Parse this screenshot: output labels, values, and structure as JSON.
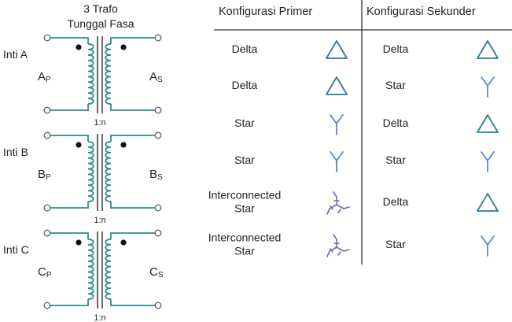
{
  "transformer": {
    "title_line1": "3 Trafo",
    "title_line2": "Tunggal Fasa",
    "units": [
      {
        "core_label": "Inti A",
        "primary": "A",
        "secondary": "A",
        "sub_p": "P",
        "sub_s": "S",
        "ratio": "1:n"
      },
      {
        "core_label": "Inti B",
        "primary": "B",
        "secondary": "B",
        "sub_p": "P",
        "sub_s": "S",
        "ratio": "1:n"
      },
      {
        "core_label": "Inti C",
        "primary": "C",
        "secondary": "C",
        "sub_p": "P",
        "sub_s": "S",
        "ratio": "1:n"
      }
    ]
  },
  "table": {
    "header_primary": "Konfigurasi Primer",
    "header_secondary": "Konfigurasi Sekunder",
    "rows": [
      {
        "primary": [
          "Delta"
        ],
        "primary_symbol": "delta-icon",
        "secondary": "Delta",
        "secondary_symbol": "delta-icon"
      },
      {
        "primary": [
          "Delta"
        ],
        "primary_symbol": "delta-icon",
        "secondary": "Star",
        "secondary_symbol": "star-icon"
      },
      {
        "primary": [
          "Star"
        ],
        "primary_symbol": "star-icon",
        "secondary": "Delta",
        "secondary_symbol": "delta-icon"
      },
      {
        "primary": [
          "Star"
        ],
        "primary_symbol": "star-icon",
        "secondary": "Star",
        "secondary_symbol": "star-icon"
      },
      {
        "primary": [
          "Interconnected",
          "Star"
        ],
        "primary_symbol": "interconnected-star-icon",
        "secondary": "Delta",
        "secondary_symbol": "delta-icon"
      },
      {
        "primary": [
          "Interconnected",
          "Star"
        ],
        "primary_symbol": "interconnected-star-icon",
        "secondary": "Star",
        "secondary_symbol": "star-icon"
      }
    ]
  },
  "colors": {
    "winding": "#2e8f8f",
    "delta_symbol": "#2b7a9a",
    "star_symbol": "#5a86c8",
    "zigzag_symbol": "#6b6bb0"
  }
}
